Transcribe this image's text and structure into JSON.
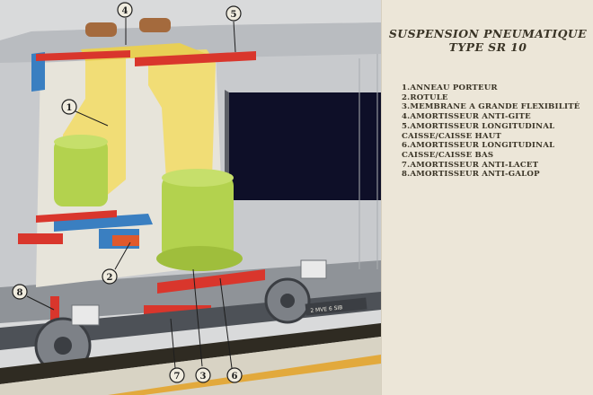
{
  "title_line1": "SUSPENSION PNEUMATIQUE",
  "title_line2": "TYPE SR 10",
  "legend": [
    "1.ANNEAU PORTEUR",
    "2.ROTULE",
    "3.MEMBRANE A GRANDE FLEXIBILITÉ",
    "4.AMORTISSEUR ANTI-GITE",
    "5.AMORTISSEUR LONGITUDINAL\nCAISSE/CAISSE HAUT",
    "6.AMORTISSEUR LONGITUDINAL\nCAISSE/CAISSE BAS",
    "7.AMORTISSEUR ANTI-LACET",
    "8.AMORTISSEUR ANTI-GALOP"
  ],
  "callouts": [
    "1",
    "2",
    "3",
    "4",
    "5",
    "6",
    "7",
    "8"
  ],
  "plate_text": "2 MVE 6 SIB",
  "colors": {
    "body_grey": "#c8cacd",
    "yellow": "#f2dc6a",
    "green": "#b3d24e",
    "red": "#d9362c",
    "blue": "#3a7fc1",
    "window": "#0e0f28",
    "panel": "#ece6d8",
    "text": "#3a3426"
  }
}
